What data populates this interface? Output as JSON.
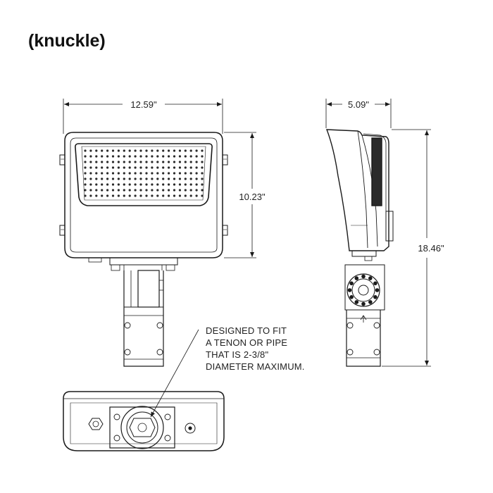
{
  "title": "(knuckle)",
  "dimensions": {
    "front_width": "12.59\"",
    "side_depth": "5.09\"",
    "front_height": "10.23\"",
    "side_height": "18.46\""
  },
  "note": {
    "line1": "DESIGNED TO FIT",
    "line2": "A TENON OR PIPE",
    "line3": "THAT IS 2-3/8\"",
    "line4": "DIAMETER MAXIMUM."
  },
  "colors": {
    "line": "#1a1a1a",
    "led_dot": "#2a2a2a"
  }
}
